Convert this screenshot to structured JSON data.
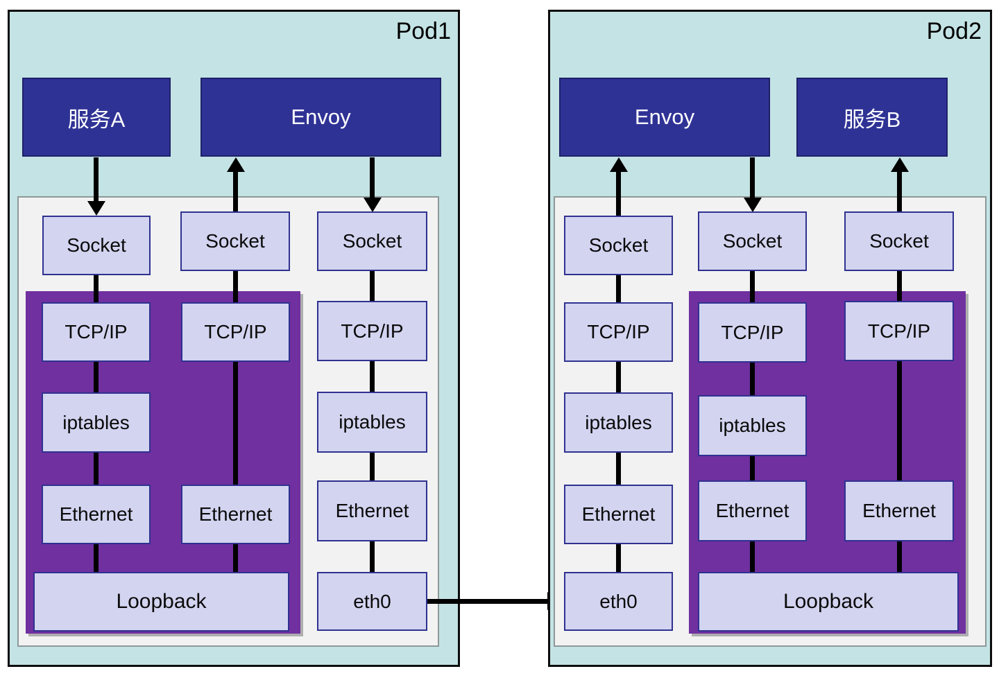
{
  "colors": {
    "pod-bg": "#c4e3e5",
    "pod-border": "#0c0c0c",
    "app-fill": "#2f3295",
    "app-border": "#1e2168",
    "app-text": "#ffffff",
    "kernel-fill": "#f2f2f2",
    "kernel-border": "#8d9897",
    "netns-fill": "#7030a0",
    "node-fill": "#d3d4f0",
    "node-border": "#2f3190",
    "line": "#000000"
  },
  "pod1": {
    "title": "Pod1",
    "service": "服务A",
    "envoy": "Envoy",
    "col1": {
      "socket": "Socket",
      "tcpip": "TCP/IP",
      "iptables": "iptables",
      "ethernet": "Ethernet"
    },
    "col2": {
      "socket": "Socket",
      "tcpip": "TCP/IP",
      "ethernet": "Ethernet"
    },
    "col3": {
      "socket": "Socket",
      "tcpip": "TCP/IP",
      "iptables": "iptables",
      "ethernet": "Ethernet",
      "eth0": "eth0"
    },
    "loopback": "Loopback"
  },
  "pod2": {
    "title": "Pod2",
    "envoy": "Envoy",
    "service": "服务B",
    "col1": {
      "socket": "Socket",
      "tcpip": "TCP/IP",
      "iptables": "iptables",
      "ethernet": "Ethernet",
      "eth0": "eth0"
    },
    "col2": {
      "socket": "Socket",
      "tcpip": "TCP/IP",
      "iptables": "iptables",
      "ethernet": "Ethernet"
    },
    "col3": {
      "socket": "Socket",
      "tcpip": "TCP/IP",
      "ethernet": "Ethernet"
    },
    "loopback": "Loopback"
  }
}
